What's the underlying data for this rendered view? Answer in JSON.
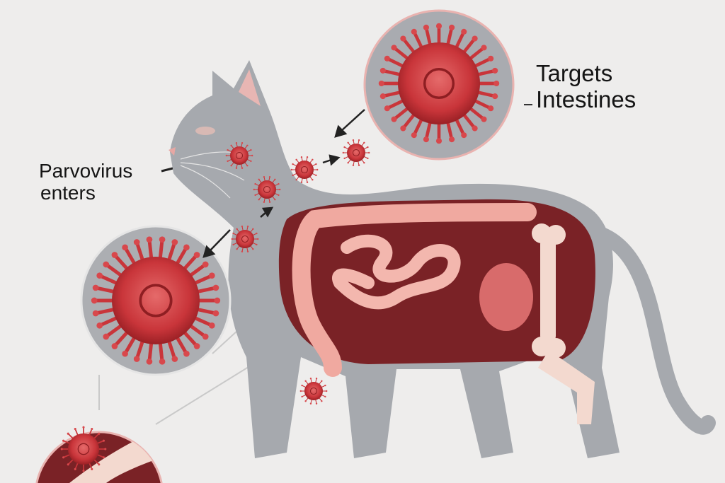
{
  "labels": {
    "targets_line1": "Targets",
    "targets_line2": "Intestines",
    "enters_line1": "Parvovirus",
    "enters_line2": "enters"
  },
  "colors": {
    "background": "#eeedec",
    "cat_body": "#a6a9ae",
    "virus": "#c9353a",
    "virus_light": "#e56a6a",
    "intestine": "#f0a9a0",
    "abdomen": "#7a2226",
    "bone": "#f3d9cf",
    "magnifier_ring": "#e9b3b0"
  }
}
